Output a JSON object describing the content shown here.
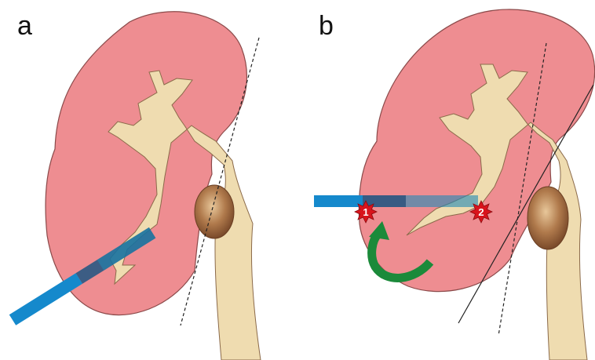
{
  "panels": [
    {
      "label": "a"
    },
    {
      "label": "b"
    }
  ],
  "markers": [
    {
      "label": "1"
    },
    {
      "label": "2"
    }
  ],
  "colors": {
    "cortex": "#ee8d91",
    "cortex_stroke": "#8b4a4a",
    "pelvis": "#efdcb0",
    "pelvis_stroke": "#8b6a4a",
    "stone": "#9a6440",
    "sheath": "#1589cc",
    "sheath_dark": "#0a4f80",
    "star": "#d8141c",
    "arrow": "#1b8a3a",
    "guide_line": "#222222"
  }
}
